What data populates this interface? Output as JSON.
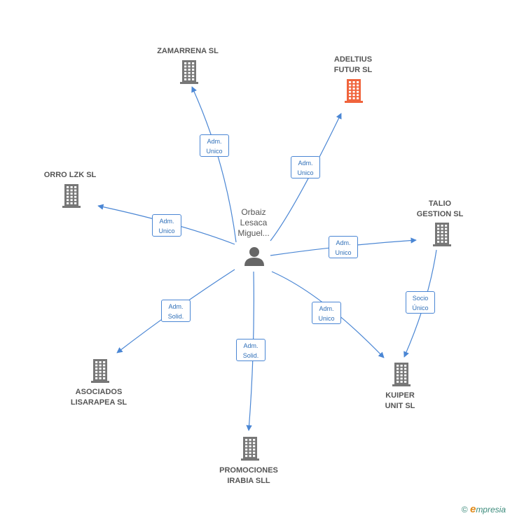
{
  "person": {
    "label": "Orbaiz\nLesaca\nMiguel..."
  },
  "companies": [
    {
      "id": "zamarrena",
      "label": "ZAMARRENA SL",
      "highlight": false
    },
    {
      "id": "adeltius",
      "label": "ADELTIUS\nFUTUR  SL",
      "highlight": true
    },
    {
      "id": "orro",
      "label": "ORRO LZK  SL",
      "highlight": false
    },
    {
      "id": "talio",
      "label": "TALIO\nGESTION SL",
      "highlight": false
    },
    {
      "id": "asociados",
      "label": "ASOCIADOS\nLISARAPEA  SL",
      "highlight": false
    },
    {
      "id": "kuiper",
      "label": "KUIPER\nUNIT  SL",
      "highlight": false
    },
    {
      "id": "promociones",
      "label": "PROMOCIONES\nIRABIA SLL",
      "highlight": false
    }
  ],
  "edges": [
    {
      "from": "person",
      "to": "zamarrena",
      "label": "Adm.\nUnico"
    },
    {
      "from": "person",
      "to": "adeltius",
      "label": "Adm.\nUnico"
    },
    {
      "from": "person",
      "to": "orro",
      "label": "Adm.\nUnico"
    },
    {
      "from": "person",
      "to": "talio",
      "label": "Adm.\nUnico"
    },
    {
      "from": "person",
      "to": "asociados",
      "label": "Adm.\nSolid."
    },
    {
      "from": "person",
      "to": "promociones",
      "label": "Adm.\nSolid."
    },
    {
      "from": "person",
      "to": "kuiper",
      "label": "Adm.\nUnico"
    },
    {
      "from": "talio",
      "to": "kuiper",
      "label": "Socio\nÚnico"
    }
  ],
  "colors": {
    "edge": "#4a86d4",
    "building": "#777777",
    "highlight": "#f0643c",
    "person": "#666666"
  },
  "footer": {
    "copyright": "©",
    "brand_e": "e",
    "brand_rest": "mpresia"
  }
}
